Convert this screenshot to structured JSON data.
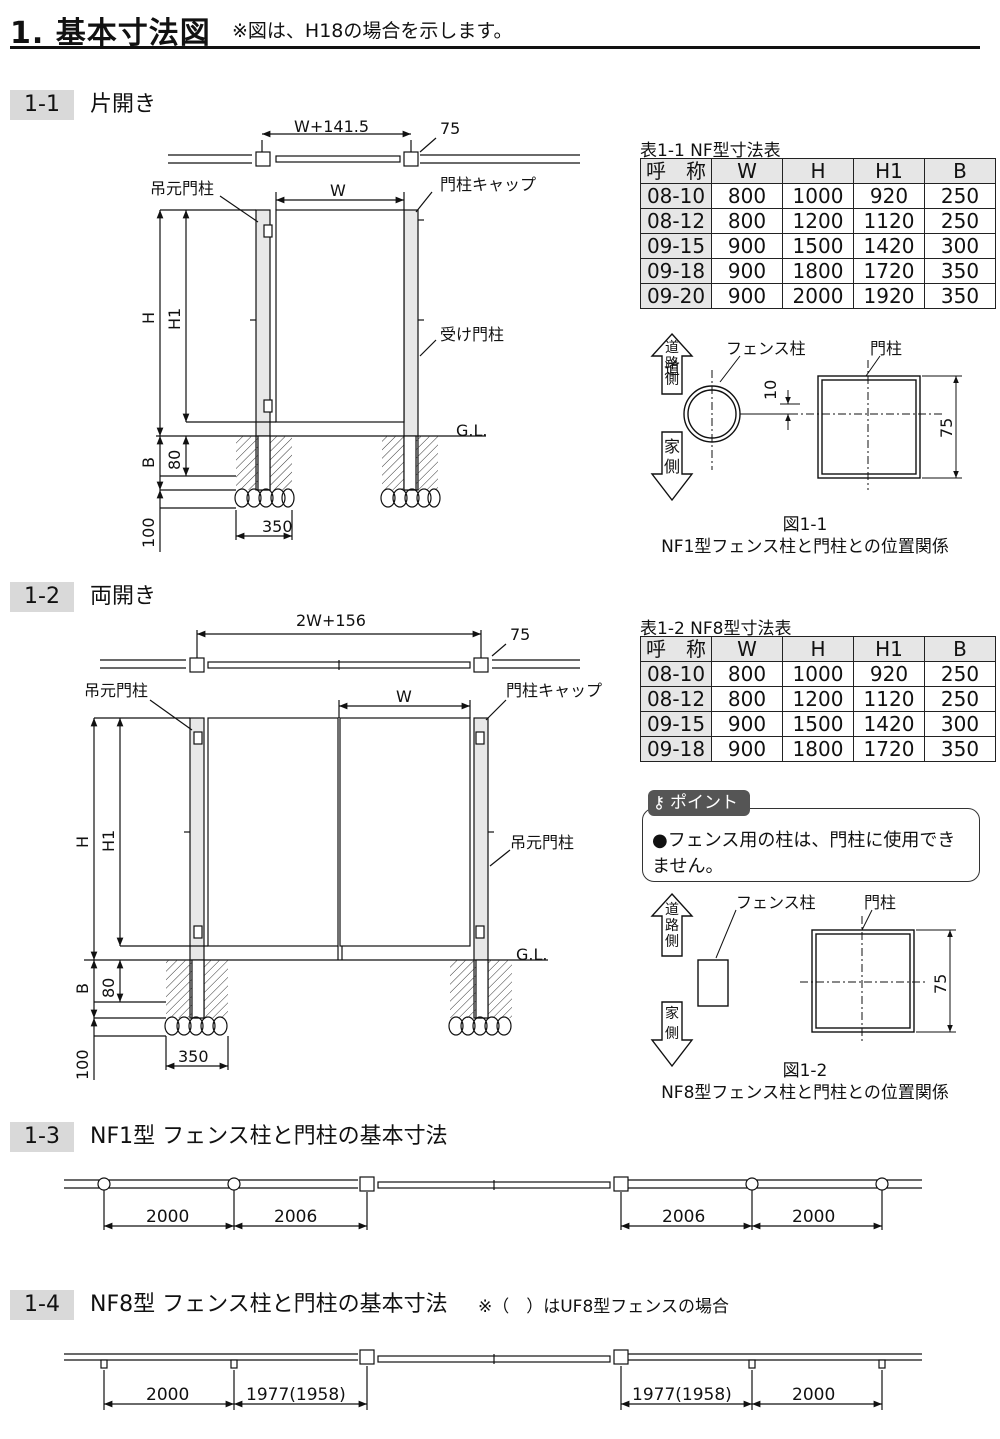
{
  "header": {
    "title": "1. 基本寸法図",
    "note": "※図は、H18の場合を示します。"
  },
  "sections": [
    {
      "num": "1-1",
      "title": "片開き"
    },
    {
      "num": "1-2",
      "title": "両開き"
    },
    {
      "num": "1-3",
      "title": "NF1型 フェンス柱と門柱の基本寸法"
    },
    {
      "num": "1-4",
      "title": "NF8型 フェンス柱と門柱の基本寸法",
      "note": "※（　）はUF8型フェンスの場合"
    }
  ],
  "fig11": {
    "dim_top": "W+141.5",
    "dim_75": "75",
    "dim_w": "W",
    "label_hinge": "吊元門柱",
    "label_cap": "門柱キャップ",
    "label_recv": "受け門柱",
    "label_h": "H",
    "label_h1": "H1",
    "label_b": "B",
    "label_80": "80",
    "label_100": "100",
    "label_350": "350",
    "label_gl": "G.L."
  },
  "fig12": {
    "dim_top": "2W+156",
    "dim_75": "75",
    "dim_w": "W",
    "label_hinge_left": "吊元門柱",
    "label_cap": "門柱キャップ",
    "label_hinge_right": "吊元門柱",
    "label_h": "H",
    "label_h1": "H1",
    "label_b": "B",
    "label_80": "80",
    "label_100": "100",
    "label_350": "350",
    "label_gl": "G.L."
  },
  "table1": {
    "caption": "表1-1 NF型寸法表",
    "headers": [
      "呼　称",
      "W",
      "H",
      "H1",
      "B"
    ],
    "rows": [
      [
        "08-10",
        "800",
        "1000",
        "920",
        "250"
      ],
      [
        "08-12",
        "800",
        "1200",
        "1120",
        "250"
      ],
      [
        "09-15",
        "900",
        "1500",
        "1420",
        "300"
      ],
      [
        "09-18",
        "900",
        "1800",
        "1720",
        "350"
      ],
      [
        "09-20",
        "900",
        "2000",
        "1920",
        "350"
      ]
    ]
  },
  "table2": {
    "caption": "表1-2 NF8型寸法表",
    "headers": [
      "呼　称",
      "W",
      "H",
      "H1",
      "B"
    ],
    "rows": [
      [
        "08-10",
        "800",
        "1000",
        "920",
        "250"
      ],
      [
        "08-12",
        "800",
        "1200",
        "1120",
        "250"
      ],
      [
        "09-15",
        "900",
        "1500",
        "1420",
        "300"
      ],
      [
        "09-18",
        "900",
        "1800",
        "1720",
        "350"
      ]
    ]
  },
  "pos1": {
    "road": [
      "道",
      "路",
      "側"
    ],
    "house": [
      "家",
      "側"
    ],
    "fence_post": "フェンス柱",
    "gate_post": "門柱",
    "dim_10": "10",
    "dim_75": "75",
    "fig_no": "図1-1",
    "fig_title": "NF1型フェンス柱と門柱との位置関係"
  },
  "point": {
    "badge": "ポイント",
    "text": "●フェンス用の柱は、門柱に使用できません。"
  },
  "pos2": {
    "road": [
      "道",
      "路",
      "側"
    ],
    "house": [
      "家",
      "側"
    ],
    "fence_post": "フェンス柱",
    "gate_post": "門柱",
    "dim_75": "75",
    "fig_no": "図1-2",
    "fig_title": "NF8型フェンス柱と門柱との位置関係"
  },
  "fig13": {
    "dims": [
      "2000",
      "2006",
      "2006",
      "2000"
    ]
  },
  "fig14": {
    "dims": [
      "2000",
      "1977(1958)",
      "1977(1958)",
      "2000"
    ]
  },
  "colors": {
    "ink": "#111111",
    "header_gray": "#d9d9d9",
    "table_gray": "#e6e6e6",
    "post_fill": "#e8e8e8",
    "badge": "#555555"
  }
}
